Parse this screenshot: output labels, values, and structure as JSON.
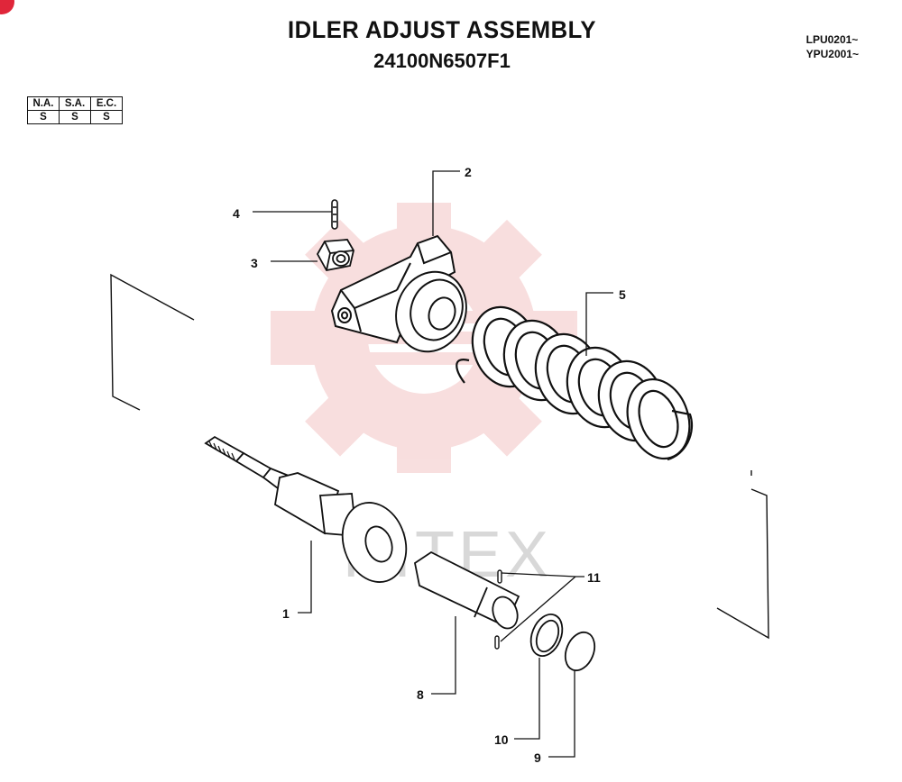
{
  "header": {
    "title": "IDLER ADJUST ASSEMBLY",
    "part_number": "24100N6507F1",
    "serial_ranges": [
      "LPU0201~",
      "YPU2001~"
    ]
  },
  "market_table": {
    "headers": [
      "N.A.",
      "S.A.",
      "E.C."
    ],
    "values": [
      "S",
      "S",
      "S"
    ]
  },
  "watermark": {
    "text": "HITEX",
    "color": "#f3c4c4"
  },
  "callouts": [
    "1",
    "2",
    "3",
    "4",
    "5",
    "8",
    "9",
    "10",
    "11"
  ],
  "colors": {
    "line": "#111111",
    "accent": "#e0263a"
  }
}
